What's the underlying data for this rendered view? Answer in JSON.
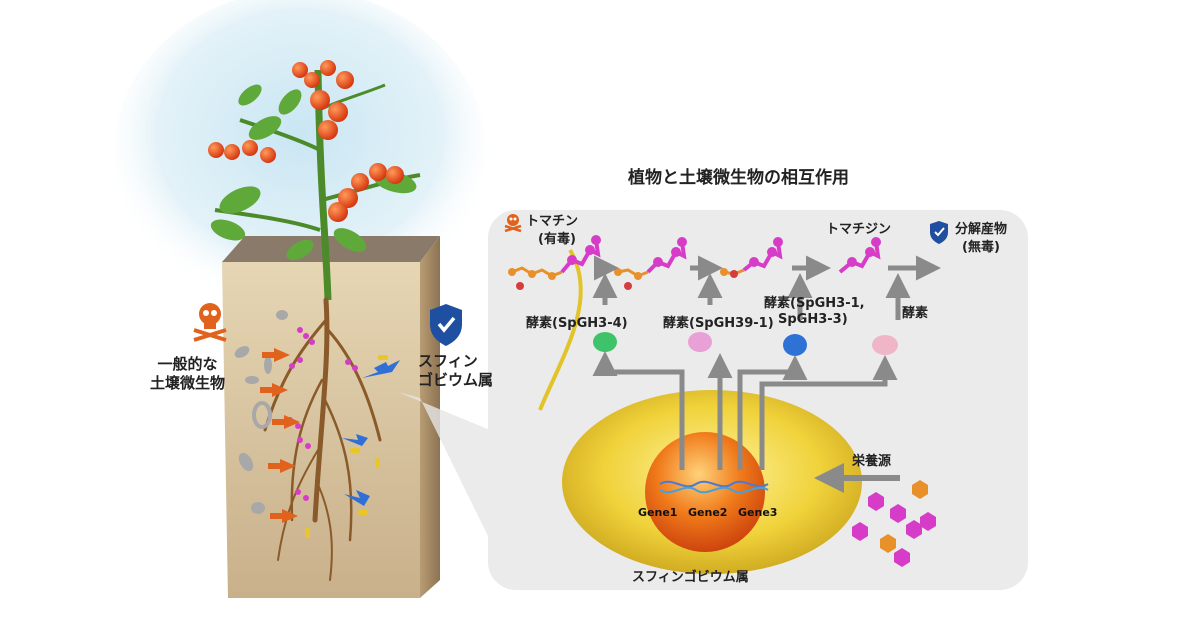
{
  "title": "植物と土壌微生物の相互作用",
  "left_panel": {
    "general_microbes": [
      "一般的な",
      "土壌微生物"
    ],
    "sphingobium": [
      "スフィン",
      "ゴビウム属"
    ]
  },
  "pathway": {
    "tomatine": "トマチン",
    "tomatine_toxic": "(有毒)",
    "tomatidine": "トマチジン",
    "products": "分解産物",
    "products_nontoxic": "(無毒)",
    "enzyme1": "酵素(SpGH3-4)",
    "enzyme2": "酵素(SpGH39-1)",
    "enzyme3": [
      "酵素(SpGH3-1,",
      "SpGH3-3)"
    ],
    "enzyme4": "酵素"
  },
  "cell": {
    "genes": [
      "Gene1",
      "Gene2",
      "Gene3"
    ],
    "nutrients": "栄養源",
    "name": "スフィンゴビウム属"
  },
  "colors": {
    "molecule": "#d63cc8",
    "chain": "#e8912a",
    "cell_body": "#e2c32a",
    "nucleus": "#e85a14",
    "panel_bg": "#ebebeb",
    "arrow": "#8a8a8a",
    "shield": "#1f4fa0",
    "soil": "#d6c3a0",
    "enzyme_green": "#3fc36a",
    "enzyme_pink": "#e8a0d6",
    "enzyme_blue": "#2f72d6",
    "enzyme_lightpink": "#f0b6c8"
  }
}
